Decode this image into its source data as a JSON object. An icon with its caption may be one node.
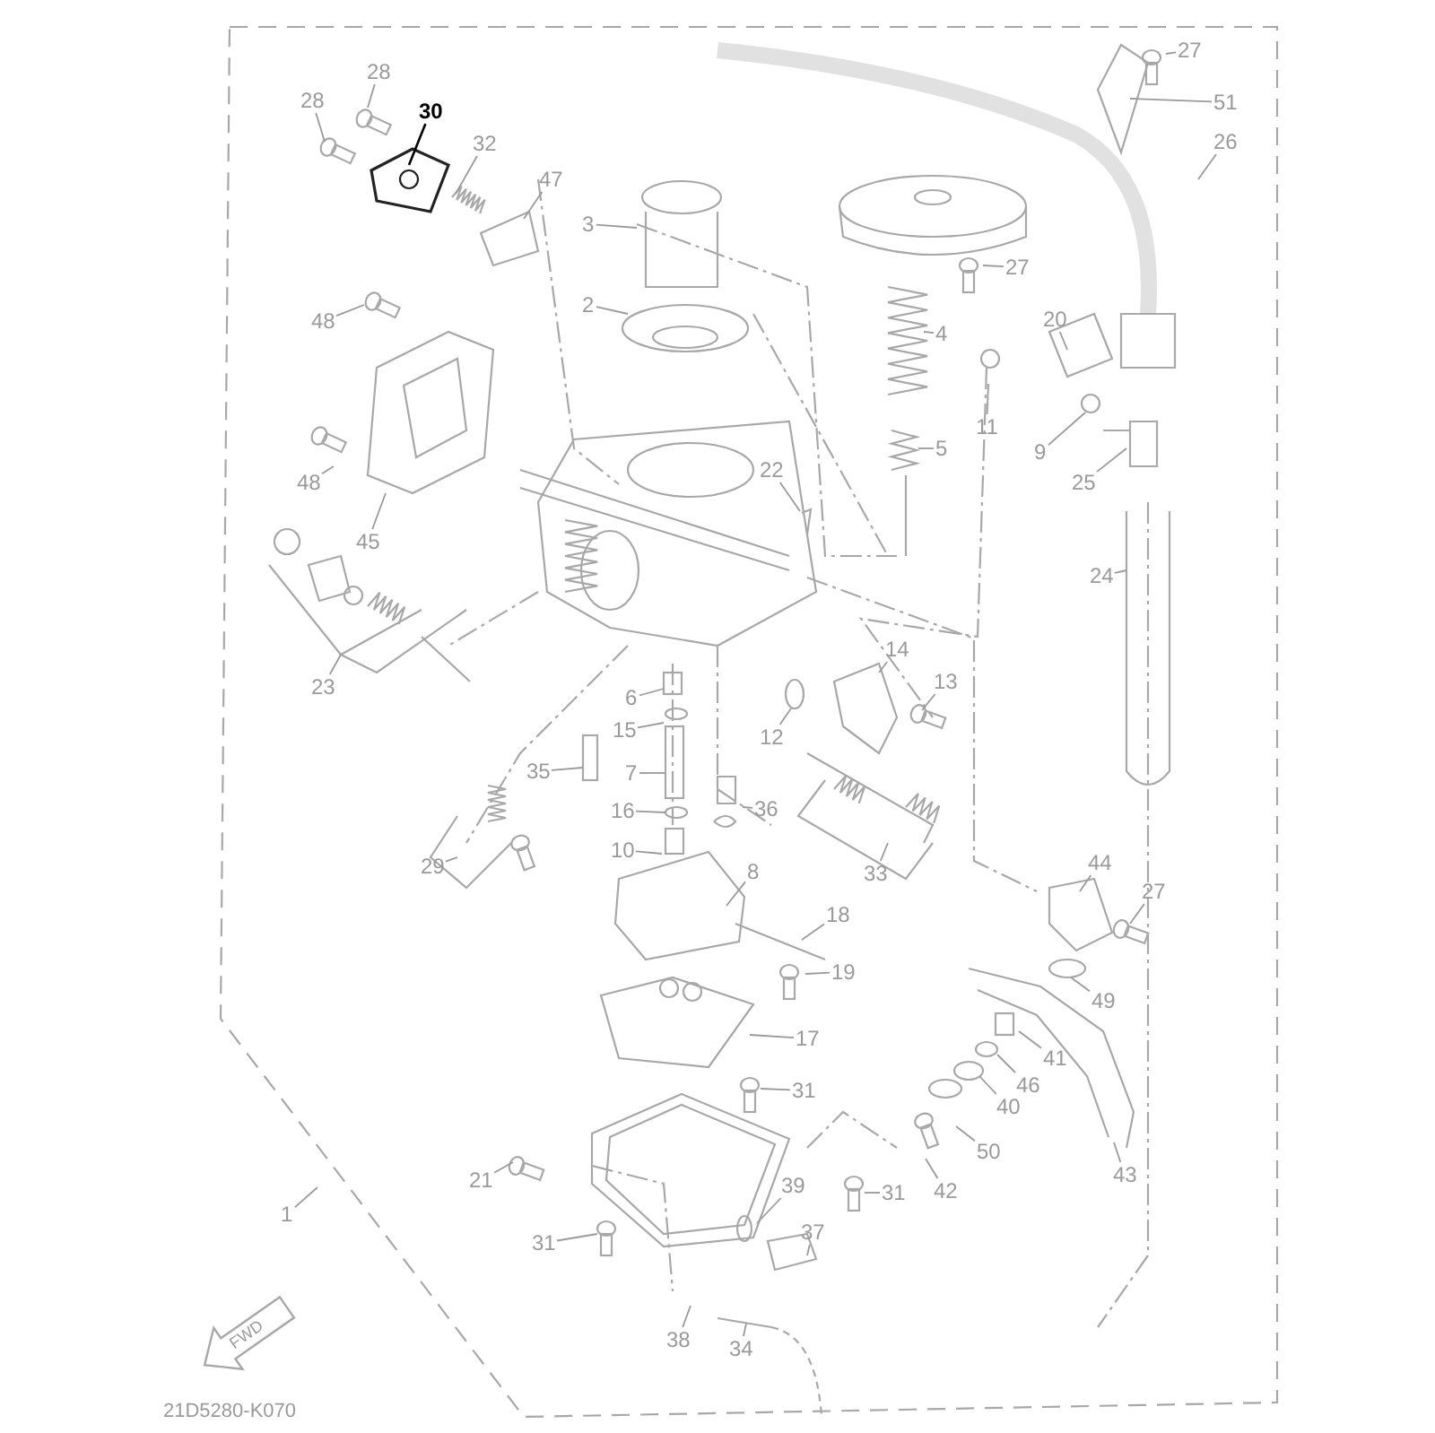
{
  "diagram": {
    "nodes": [
      {
        "text": [
          "28"
        ]
      },
      {
        "text": [
          "28"
        ]
      },
      {
        "text": [
          "30"
        ]
      },
      {
        "text": [
          "32"
        ]
      },
      {
        "text": [
          "47"
        ]
      },
      {
        "text": [
          "3"
        ]
      },
      {
        "text": [
          "27"
        ]
      },
      {
        "text": [
          "51"
        ]
      },
      {
        "text": [
          "26"
        ]
      },
      {
        "text": [
          "27"
        ]
      },
      {
        "text": [
          "2"
        ]
      },
      {
        "text": [
          "48"
        ]
      },
      {
        "text": [
          "4"
        ]
      },
      {
        "text": [
          "20"
        ]
      },
      {
        "text": [
          "11"
        ]
      },
      {
        "text": [
          "9"
        ]
      },
      {
        "text": [
          "25"
        ]
      },
      {
        "text": [
          "5"
        ]
      },
      {
        "text": [
          "22"
        ]
      },
      {
        "text": [
          "48"
        ]
      },
      {
        "text": [
          "45"
        ]
      },
      {
        "text": [
          "24"
        ]
      },
      {
        "text": [
          "23"
        ]
      },
      {
        "text": [
          "14"
        ]
      },
      {
        "text": [
          "13"
        ]
      },
      {
        "text": [
          "6"
        ]
      },
      {
        "text": [
          "15"
        ]
      },
      {
        "text": [
          "12"
        ]
      },
      {
        "text": [
          "35"
        ]
      },
      {
        "text": [
          "7"
        ]
      },
      {
        "text": [
          "36"
        ]
      },
      {
        "text": [
          "16"
        ]
      },
      {
        "text": [
          "29"
        ]
      },
      {
        "text": [
          "10"
        ]
      },
      {
        "text": [
          "33"
        ]
      },
      {
        "text": [
          "44"
        ]
      },
      {
        "text": [
          "27"
        ]
      },
      {
        "text": [
          "8"
        ]
      },
      {
        "text": [
          "18"
        ]
      },
      {
        "text": [
          "19"
        ]
      },
      {
        "text": [
          "49"
        ]
      },
      {
        "text": [
          "41"
        ]
      },
      {
        "text": [
          "46"
        ]
      },
      {
        "text": [
          "17"
        ]
      },
      {
        "text": [
          "40"
        ]
      },
      {
        "text": [
          "31"
        ]
      },
      {
        "text": [
          "50"
        ]
      },
      {
        "text": [
          "42"
        ]
      },
      {
        "text": [
          "43"
        ]
      },
      {
        "text": [
          "21"
        ]
      },
      {
        "text": [
          "31"
        ]
      },
      {
        "text": [
          "39"
        ]
      },
      {
        "text": [
          "37"
        ]
      },
      {
        "text": [
          "1"
        ]
      },
      {
        "text": [
          "31"
        ]
      },
      {
        "text": [
          "38"
        ]
      },
      {
        "text": [
          "34"
        ]
      }
    ],
    "edges": [
      {
        "from": 0,
        "to": null,
        "arrow": "none"
      },
      {
        "from": 1,
        "to": null,
        "arrow": "none"
      },
      {
        "from": 2,
        "to": null,
        "arrow": "none",
        "color": "#000000"
      },
      {
        "from": 3,
        "to": null,
        "arrow": "none"
      },
      {
        "from": 4,
        "to": null,
        "arrow": "none"
      },
      {
        "from": 5,
        "to": null,
        "arrow": "none"
      },
      {
        "from": 6,
        "to": null,
        "arrow": "none"
      },
      {
        "from": 7,
        "to": null,
        "arrow": "none"
      },
      {
        "from": 8,
        "to": null,
        "arrow": "none"
      },
      {
        "from": 9,
        "to": null,
        "arrow": "none"
      },
      {
        "from": 10,
        "to": null,
        "arrow": "none"
      },
      {
        "from": 11,
        "to": null,
        "arrow": "none"
      },
      {
        "from": 12,
        "to": null,
        "arrow": "none"
      },
      {
        "from": 13,
        "to": null,
        "arrow": "none"
      },
      {
        "from": 14,
        "to": null,
        "arrow": "none"
      },
      {
        "from": 15,
        "to": null,
        "arrow": "none"
      },
      {
        "from": 16,
        "to": null,
        "arrow": "none"
      },
      {
        "from": 17,
        "to": null,
        "arrow": "none"
      },
      {
        "from": 18,
        "to": null,
        "arrow": "none"
      },
      {
        "from": 19,
        "to": null,
        "arrow": "none"
      },
      {
        "from": 20,
        "to": null,
        "arrow": "none"
      },
      {
        "from": 21,
        "to": null,
        "arrow": "none"
      },
      {
        "from": 22,
        "to": null,
        "arrow": "none"
      },
      {
        "from": 23,
        "to": null,
        "arrow": "none"
      },
      {
        "from": 24,
        "to": null,
        "arrow": "none"
      },
      {
        "from": 25,
        "to": null,
        "arrow": "none"
      },
      {
        "from": 26,
        "to": null,
        "arrow": "none"
      },
      {
        "from": 27,
        "to": null,
        "arrow": "none"
      },
      {
        "from": 28,
        "to": null,
        "arrow": "none"
      },
      {
        "from": 29,
        "to": null,
        "arrow": "none"
      },
      {
        "from": 30,
        "to": null,
        "arrow": "none"
      },
      {
        "from": 31,
        "to": null,
        "arrow": "none"
      },
      {
        "from": 32,
        "to": null,
        "arrow": "none"
      },
      {
        "from": 33,
        "to": null,
        "arrow": "none"
      },
      {
        "from": 34,
        "to": null,
        "arrow": "none"
      },
      {
        "from": 35,
        "to": null,
        "arrow": "none"
      },
      {
        "from": 36,
        "to": null,
        "arrow": "none"
      },
      {
        "from": 37,
        "to": null,
        "arrow": "none"
      },
      {
        "from": 38,
        "to": null,
        "arrow": "none"
      },
      {
        "from": 39,
        "to": null,
        "arrow": "none"
      },
      {
        "from": 40,
        "to": null,
        "arrow": "none"
      },
      {
        "from": 41,
        "to": null,
        "arrow": "none"
      },
      {
        "from": 42,
        "to": null,
        "arrow": "none"
      },
      {
        "from": 43,
        "to": null,
        "arrow": "none"
      },
      {
        "from": 44,
        "to": null,
        "arrow": "none"
      },
      {
        "from": 45,
        "to": null,
        "arrow": "none"
      },
      {
        "from": 46,
        "to": null,
        "arrow": "none"
      },
      {
        "from": 47,
        "to": null,
        "arrow": "none"
      },
      {
        "from": 48,
        "to": null,
        "arrow": "none"
      },
      {
        "from": 49,
        "to": null,
        "arrow": "none"
      },
      {
        "from": 50,
        "to": null,
        "arrow": "none"
      },
      {
        "from": 51,
        "to": null,
        "arrow": "none"
      },
      {
        "from": 52,
        "to": null,
        "arrow": "none"
      },
      {
        "from": 53,
        "to": null,
        "arrow": "none"
      },
      {
        "from": 54,
        "to": null,
        "arrow": "none"
      },
      {
        "from": 55,
        "to": null,
        "arrow": "none"
      },
      {
        "from": 56,
        "to": null,
        "arrow": "none"
      }
    ],
    "labels": [
      "FWD",
      "21D5280-K070"
    ]
  }
}
